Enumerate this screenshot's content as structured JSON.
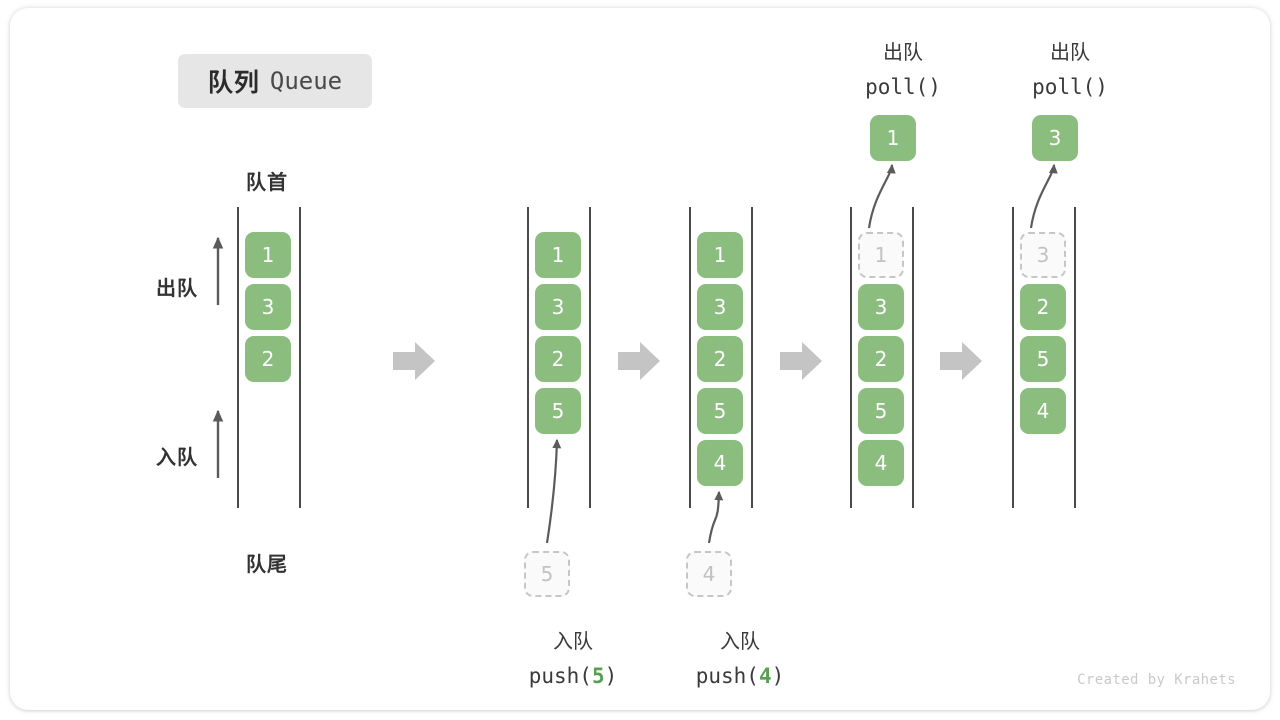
{
  "title": {
    "cn": "队列",
    "en": "Queue"
  },
  "labels": {
    "front": "队首",
    "rear": "队尾",
    "dequeue": "出队",
    "enqueue": "入队"
  },
  "credit": "Created by Krahets",
  "colors": {
    "element_fill": "#8bbd7e",
    "element_text": "#ffffff",
    "ghost_fill": "#fafafa",
    "ghost_border": "#c6c6c6",
    "ghost_text": "#c2c2c2",
    "rail": "#4a4a4a",
    "step_arrow": "#c4c4c4",
    "badge_bg": "#e6e6e6",
    "accent_number": "#5a9e52"
  },
  "top_operations": [
    {
      "cn": "出队",
      "code": "poll()"
    },
    {
      "cn": "出队",
      "code": "poll()"
    }
  ],
  "bottom_operations": [
    {
      "cn": "入队",
      "code_prefix": "push(",
      "code_arg": "5",
      "code_suffix": ")"
    },
    {
      "cn": "入队",
      "code_prefix": "push(",
      "code_arg": "4",
      "code_suffix": ")"
    }
  ],
  "columns": [
    {
      "name": "initial-queue",
      "cells": [
        {
          "value": "1",
          "state": "filled"
        },
        {
          "value": "3",
          "state": "filled"
        },
        {
          "value": "2",
          "state": "filled"
        }
      ],
      "incoming": null,
      "popped": null
    },
    {
      "name": "after-push-5",
      "cells": [
        {
          "value": "1",
          "state": "filled"
        },
        {
          "value": "3",
          "state": "filled"
        },
        {
          "value": "2",
          "state": "filled"
        },
        {
          "value": "5",
          "state": "filled"
        }
      ],
      "incoming": {
        "value": "5",
        "state": "ghost"
      },
      "popped": null
    },
    {
      "name": "after-push-4",
      "cells": [
        {
          "value": "1",
          "state": "filled"
        },
        {
          "value": "3",
          "state": "filled"
        },
        {
          "value": "2",
          "state": "filled"
        },
        {
          "value": "5",
          "state": "filled"
        },
        {
          "value": "4",
          "state": "filled"
        }
      ],
      "incoming": {
        "value": "4",
        "state": "ghost"
      },
      "popped": null
    },
    {
      "name": "after-poll-1",
      "cells": [
        {
          "value": "1",
          "state": "ghost"
        },
        {
          "value": "3",
          "state": "filled"
        },
        {
          "value": "2",
          "state": "filled"
        },
        {
          "value": "5",
          "state": "filled"
        },
        {
          "value": "4",
          "state": "filled"
        }
      ],
      "incoming": null,
      "popped": {
        "value": "1",
        "state": "filled"
      }
    },
    {
      "name": "after-poll-3",
      "cells": [
        {
          "value": "3",
          "state": "ghost"
        },
        {
          "value": "2",
          "state": "filled"
        },
        {
          "value": "5",
          "state": "filled"
        },
        {
          "value": "4",
          "state": "filled"
        }
      ],
      "incoming": null,
      "popped": {
        "value": "3",
        "state": "filled"
      }
    }
  ],
  "step_arrows": 4
}
